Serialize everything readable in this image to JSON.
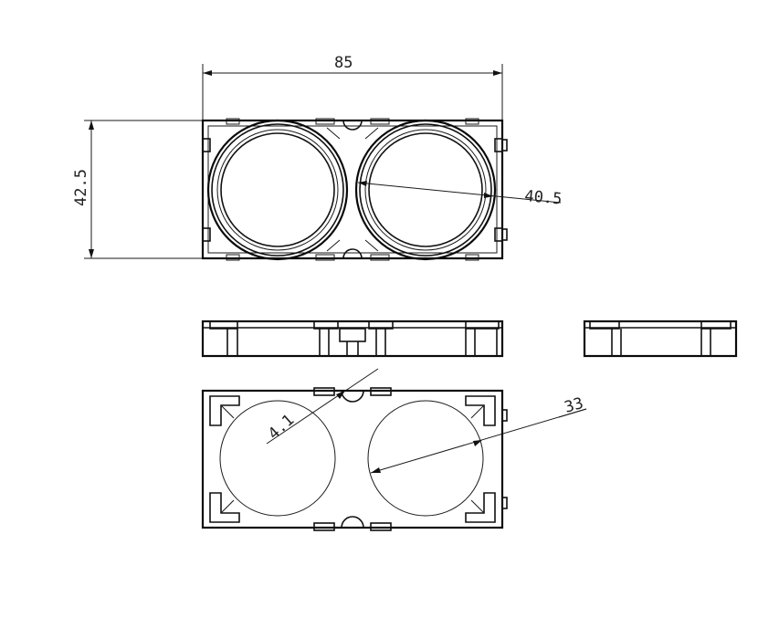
{
  "drawing": {
    "dimensions": {
      "length": "85",
      "height": "42.5",
      "cell_diameter": "40.5",
      "hole_diameter": "33",
      "notch_radius": "4.1"
    },
    "line_color": "#111111",
    "background": "#ffffff"
  }
}
